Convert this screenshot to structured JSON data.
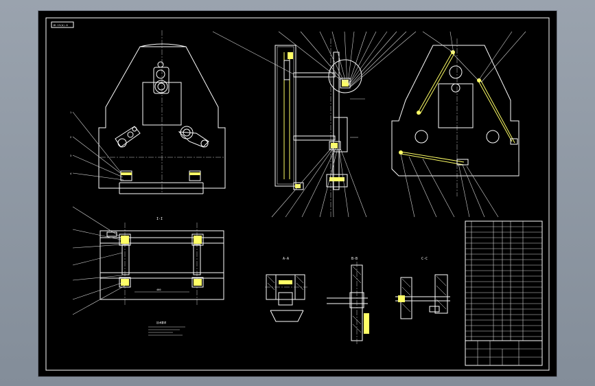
{
  "title_block": {
    "code": "JD-13(A)-0"
  },
  "section_labels": [
    "I-I",
    "A-A",
    "B-B",
    "C-C"
  ],
  "notes_heading": "技术要求",
  "colors": {
    "background": "#000000",
    "lines": "#ffffff",
    "accent_yellow": "#ffff66",
    "accent_green": "#40ff40",
    "viewport_frame": "#8c96a3"
  }
}
